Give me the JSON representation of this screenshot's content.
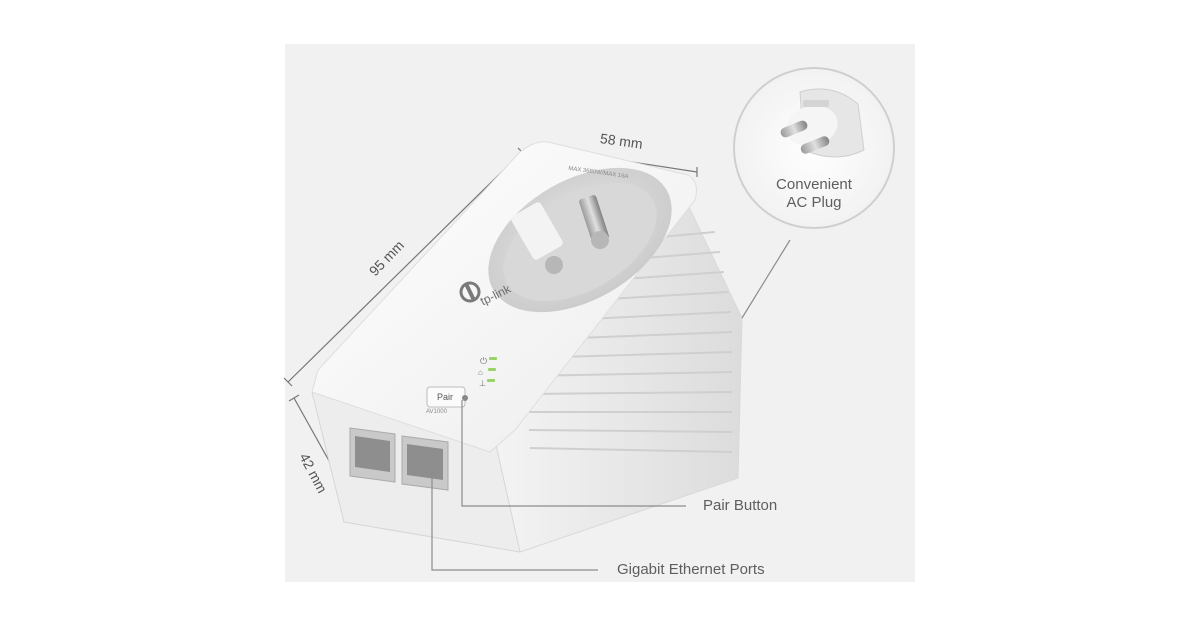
{
  "dimensions": {
    "width": "58 mm",
    "length": "95 mm",
    "height": "42 mm"
  },
  "callouts": {
    "ac_plug": "Convenient\nAC Plug",
    "pair_button": "Pair Button",
    "ethernet_ports": "Gigabit Ethernet Ports"
  },
  "device": {
    "brand": "tp-link",
    "rating": "MAX 3680W/MAX 16A",
    "pair_label": "Pair",
    "model": "AV1000"
  },
  "colors": {
    "background": "#f1f1f1",
    "device_body": "#fafafa",
    "led": "#9bd36b",
    "text": "#5e5e5e",
    "leader_line": "#8c8c8c"
  },
  "icons": [
    "power-icon",
    "powerline-icon",
    "ethernet-icon",
    "tp-link-logo-icon"
  ]
}
